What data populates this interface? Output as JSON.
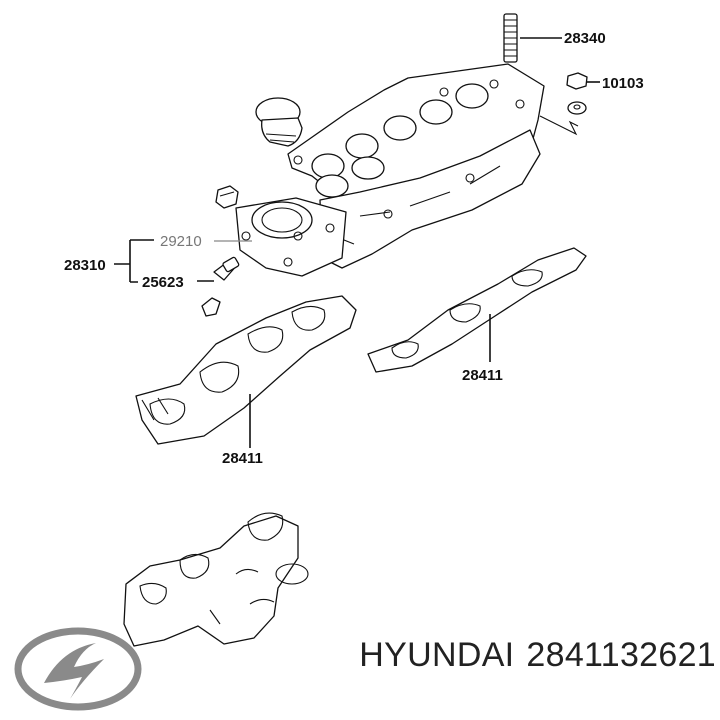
{
  "labels": {
    "stud": "28340",
    "nut": "10103",
    "gasket_ref": "29210",
    "manifold": "28310",
    "fitting": "25623",
    "gasket_left": "28411",
    "gasket_right": "28411"
  },
  "caption": {
    "brand": "HYUNDAI",
    "part_number": "2841132621"
  },
  "logo": {
    "icon": "hyundai-logo-icon",
    "color": "#8a8a8a"
  }
}
